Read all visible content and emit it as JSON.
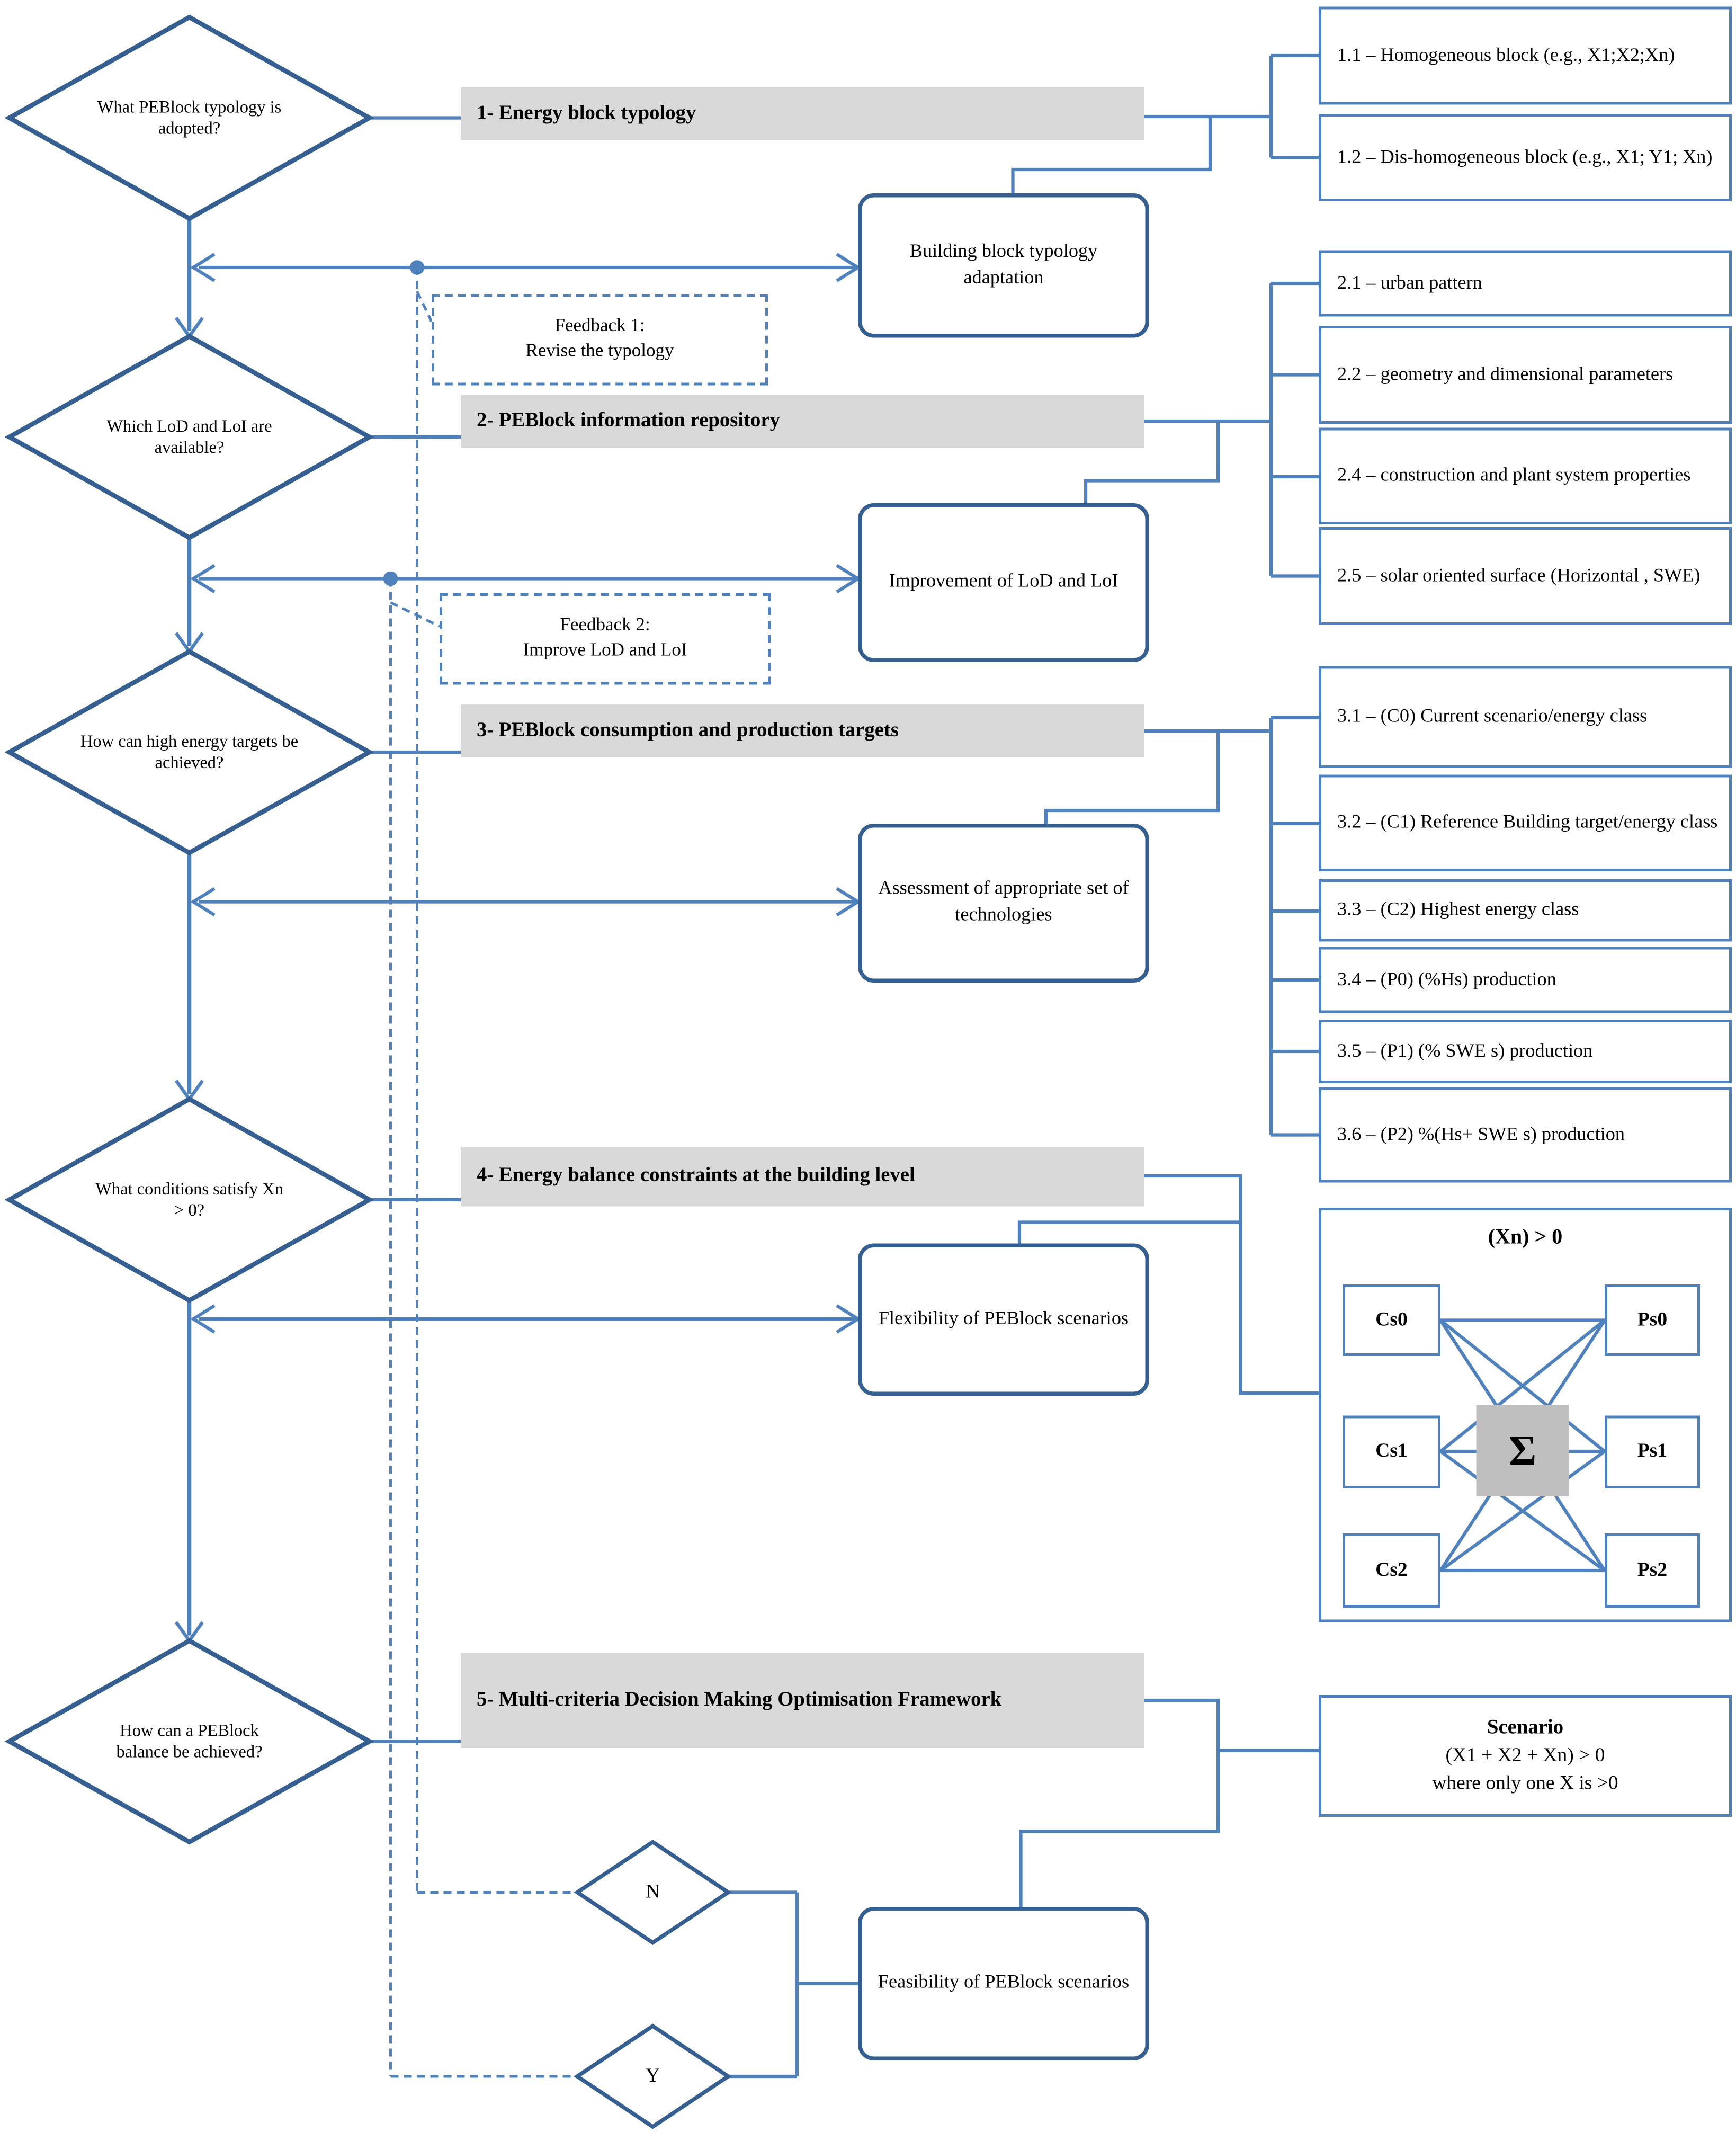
{
  "flow": {
    "questions": [
      "What PEBlock typology is adopted?",
      "Which LoD and LoI are available?",
      "How can high energy targets be achieved?",
      "What conditions satisfy Xn > 0?",
      "How can a PEBlock balance be achieved?"
    ],
    "steps": [
      "1- Energy block typology",
      "2- PEBlock information repository",
      "3- PEBlock consumption and production targets",
      "4- Energy balance constraints at the building level",
      "5- Multi-criteria Decision Making Optimisation Framework"
    ],
    "tools": [
      "Building block typology adaptation",
      "Improvement of LoD and LoI",
      "Assessment of appropriate set of technologies",
      "Flexibility of PEBlock scenarios",
      "Feasibility of PEBlock scenarios"
    ],
    "feedbacks": [
      {
        "title": "Feedback 1:",
        "action": "Revise the typology"
      },
      {
        "title": "Feedback 2:",
        "action": "Improve LoD and LoI"
      }
    ],
    "outputs1": [
      "1.1 – Homogeneous block (e.g., X1;X2;Xn)",
      "1.2 – Dis-homogeneous block (e.g., X1; Y1; Xn)"
    ],
    "outputs2": [
      "2.1 – urban pattern",
      "2.2 – geometry and dimensional parameters",
      "2.4 – construction and plant system properties",
      "2.5 – solar oriented surface (Horizontal , SWE)"
    ],
    "outputs3": [
      "3.1 – (C0) Current scenario/energy class",
      "3.2 – (C1) Reference Building target/energy class",
      "3.3 – (C2) Highest energy class",
      "3.4 – (P0) (%Hs) production",
      "3.5 – (P1) (% SWE s) production",
      "3.6 – (P2) %(Hs+ SWE s) production"
    ],
    "xn": {
      "title": "(Xn) > 0",
      "cs": [
        "Cs0",
        "Cs1",
        "Cs2"
      ],
      "ps": [
        "Ps0",
        "Ps1",
        "Ps2"
      ],
      "sigma": "Σ"
    },
    "scenario": {
      "title": "Scenario",
      "formula": "(X1 + X2 + Xn) > 0",
      "condition": "where only one X is >0"
    },
    "branches": {
      "no": "N",
      "yes": "Y"
    },
    "colors": {
      "line": "#4f81bd",
      "shape_border": "#365f91",
      "bar_bg": "#d9d9d9",
      "sigma_bg": "#bfbfbf"
    }
  }
}
